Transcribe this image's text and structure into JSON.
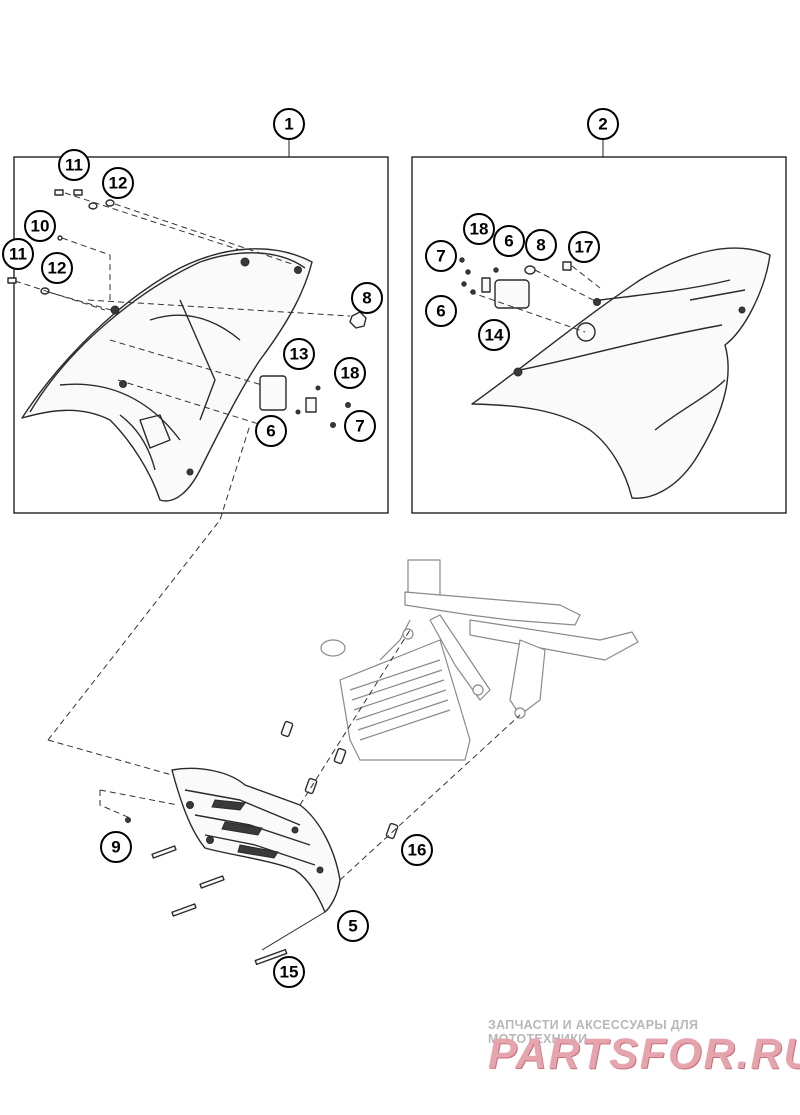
{
  "callouts": [
    {
      "label": "1"
    },
    {
      "label": "2"
    },
    {
      "label": "11"
    },
    {
      "label": "12"
    },
    {
      "label": "10"
    },
    {
      "label": "11"
    },
    {
      "label": "12"
    },
    {
      "label": "8"
    },
    {
      "label": "13"
    },
    {
      "label": "18"
    },
    {
      "label": "6"
    },
    {
      "label": "7"
    },
    {
      "label": "18"
    },
    {
      "label": "6"
    },
    {
      "label": "8"
    },
    {
      "label": "17"
    },
    {
      "label": "7"
    },
    {
      "label": "6"
    },
    {
      "label": "14"
    },
    {
      "label": "9"
    },
    {
      "label": "16"
    },
    {
      "label": "5"
    },
    {
      "label": "15"
    }
  ],
  "watermark": {
    "tagline": "ЗАПЧАСТИ И АКСЕССУАРЫ ДЛЯ МОТОТЕХНИКИ",
    "brand": "PARTSFOR.RU",
    "tagline_color": "#b8b8b8",
    "brand_color": "#e6a4ad"
  }
}
